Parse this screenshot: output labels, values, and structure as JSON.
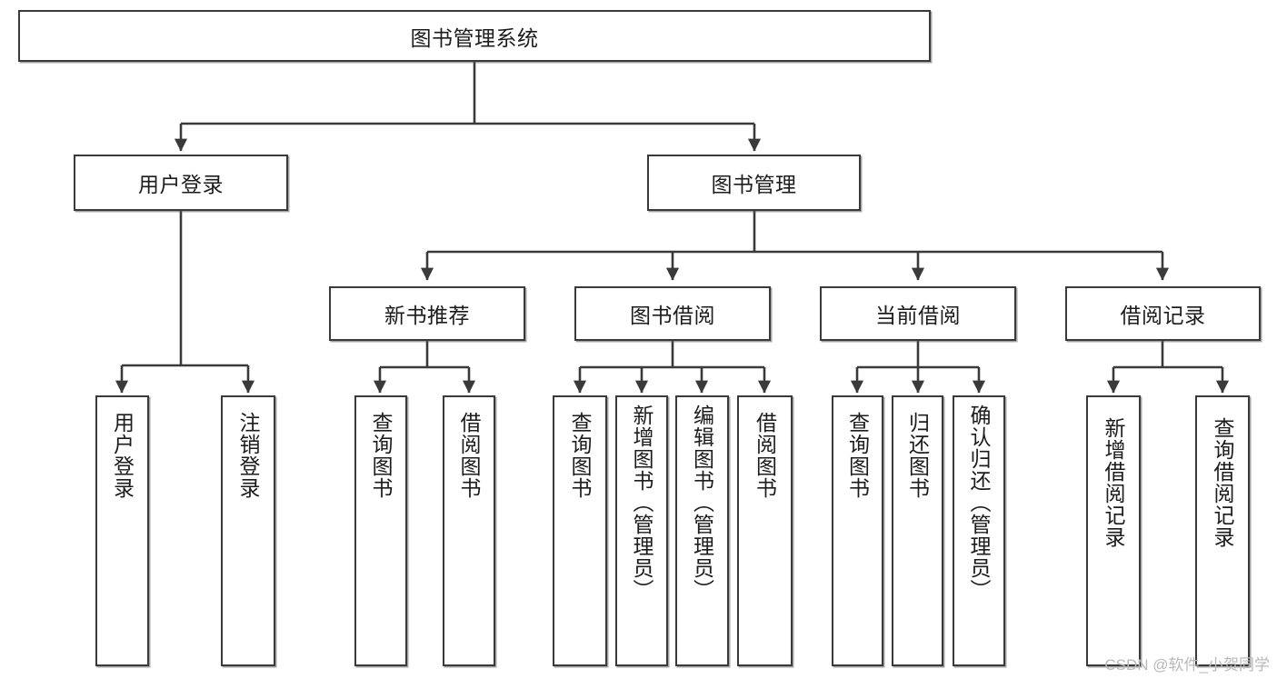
{
  "diagram": {
    "type": "tree-hierarchy",
    "title": "图书管理系统",
    "watermark": "CSDN @软件_小贺同学",
    "colors": {
      "stroke": "#3a3a3a",
      "fill": "#ffffff",
      "text": "#1c1c1c",
      "watermark": "#b9b9b9"
    },
    "levels": {
      "root": {
        "label": "图书管理系统"
      },
      "level2": [
        {
          "id": "user-login",
          "label": "用户登录"
        },
        {
          "id": "book-manage",
          "label": "图书管理"
        }
      ],
      "level3": [
        {
          "id": "new-book-recommend",
          "label": "新书推荐"
        },
        {
          "id": "book-borrow",
          "label": "图书借阅"
        },
        {
          "id": "current-borrow",
          "label": "当前借阅"
        },
        {
          "id": "borrow-record",
          "label": "借阅记录"
        }
      ],
      "leaves": [
        {
          "id": "leaf-user-login",
          "parent": "user-login",
          "label": "用户登录"
        },
        {
          "id": "leaf-logout-login",
          "parent": "user-login",
          "label": "注销登录"
        },
        {
          "id": "leaf-query-book-1",
          "parent": "new-book-recommend",
          "label": "查询图书"
        },
        {
          "id": "leaf-borrow-book-1",
          "parent": "new-book-recommend",
          "label": "借阅图书"
        },
        {
          "id": "leaf-query-book-2",
          "parent": "book-borrow",
          "label": "查询图书"
        },
        {
          "id": "leaf-add-book",
          "parent": "book-borrow",
          "label": "新增图书（管理员）"
        },
        {
          "id": "leaf-edit-book",
          "parent": "book-borrow",
          "label": "编辑图书（管理员）"
        },
        {
          "id": "leaf-borrow-book-2",
          "parent": "book-borrow",
          "label": "借阅图书"
        },
        {
          "id": "leaf-query-book-3",
          "parent": "current-borrow",
          "label": "查询图书"
        },
        {
          "id": "leaf-return-book",
          "parent": "current-borrow",
          "label": "归还图书"
        },
        {
          "id": "leaf-confirm-return",
          "parent": "current-borrow",
          "label": "确认归还（管理员）"
        },
        {
          "id": "leaf-add-record",
          "parent": "borrow-record",
          "label": "新增借阅记录"
        },
        {
          "id": "leaf-query-record",
          "parent": "borrow-record",
          "label": "查询借阅记录"
        }
      ]
    }
  }
}
